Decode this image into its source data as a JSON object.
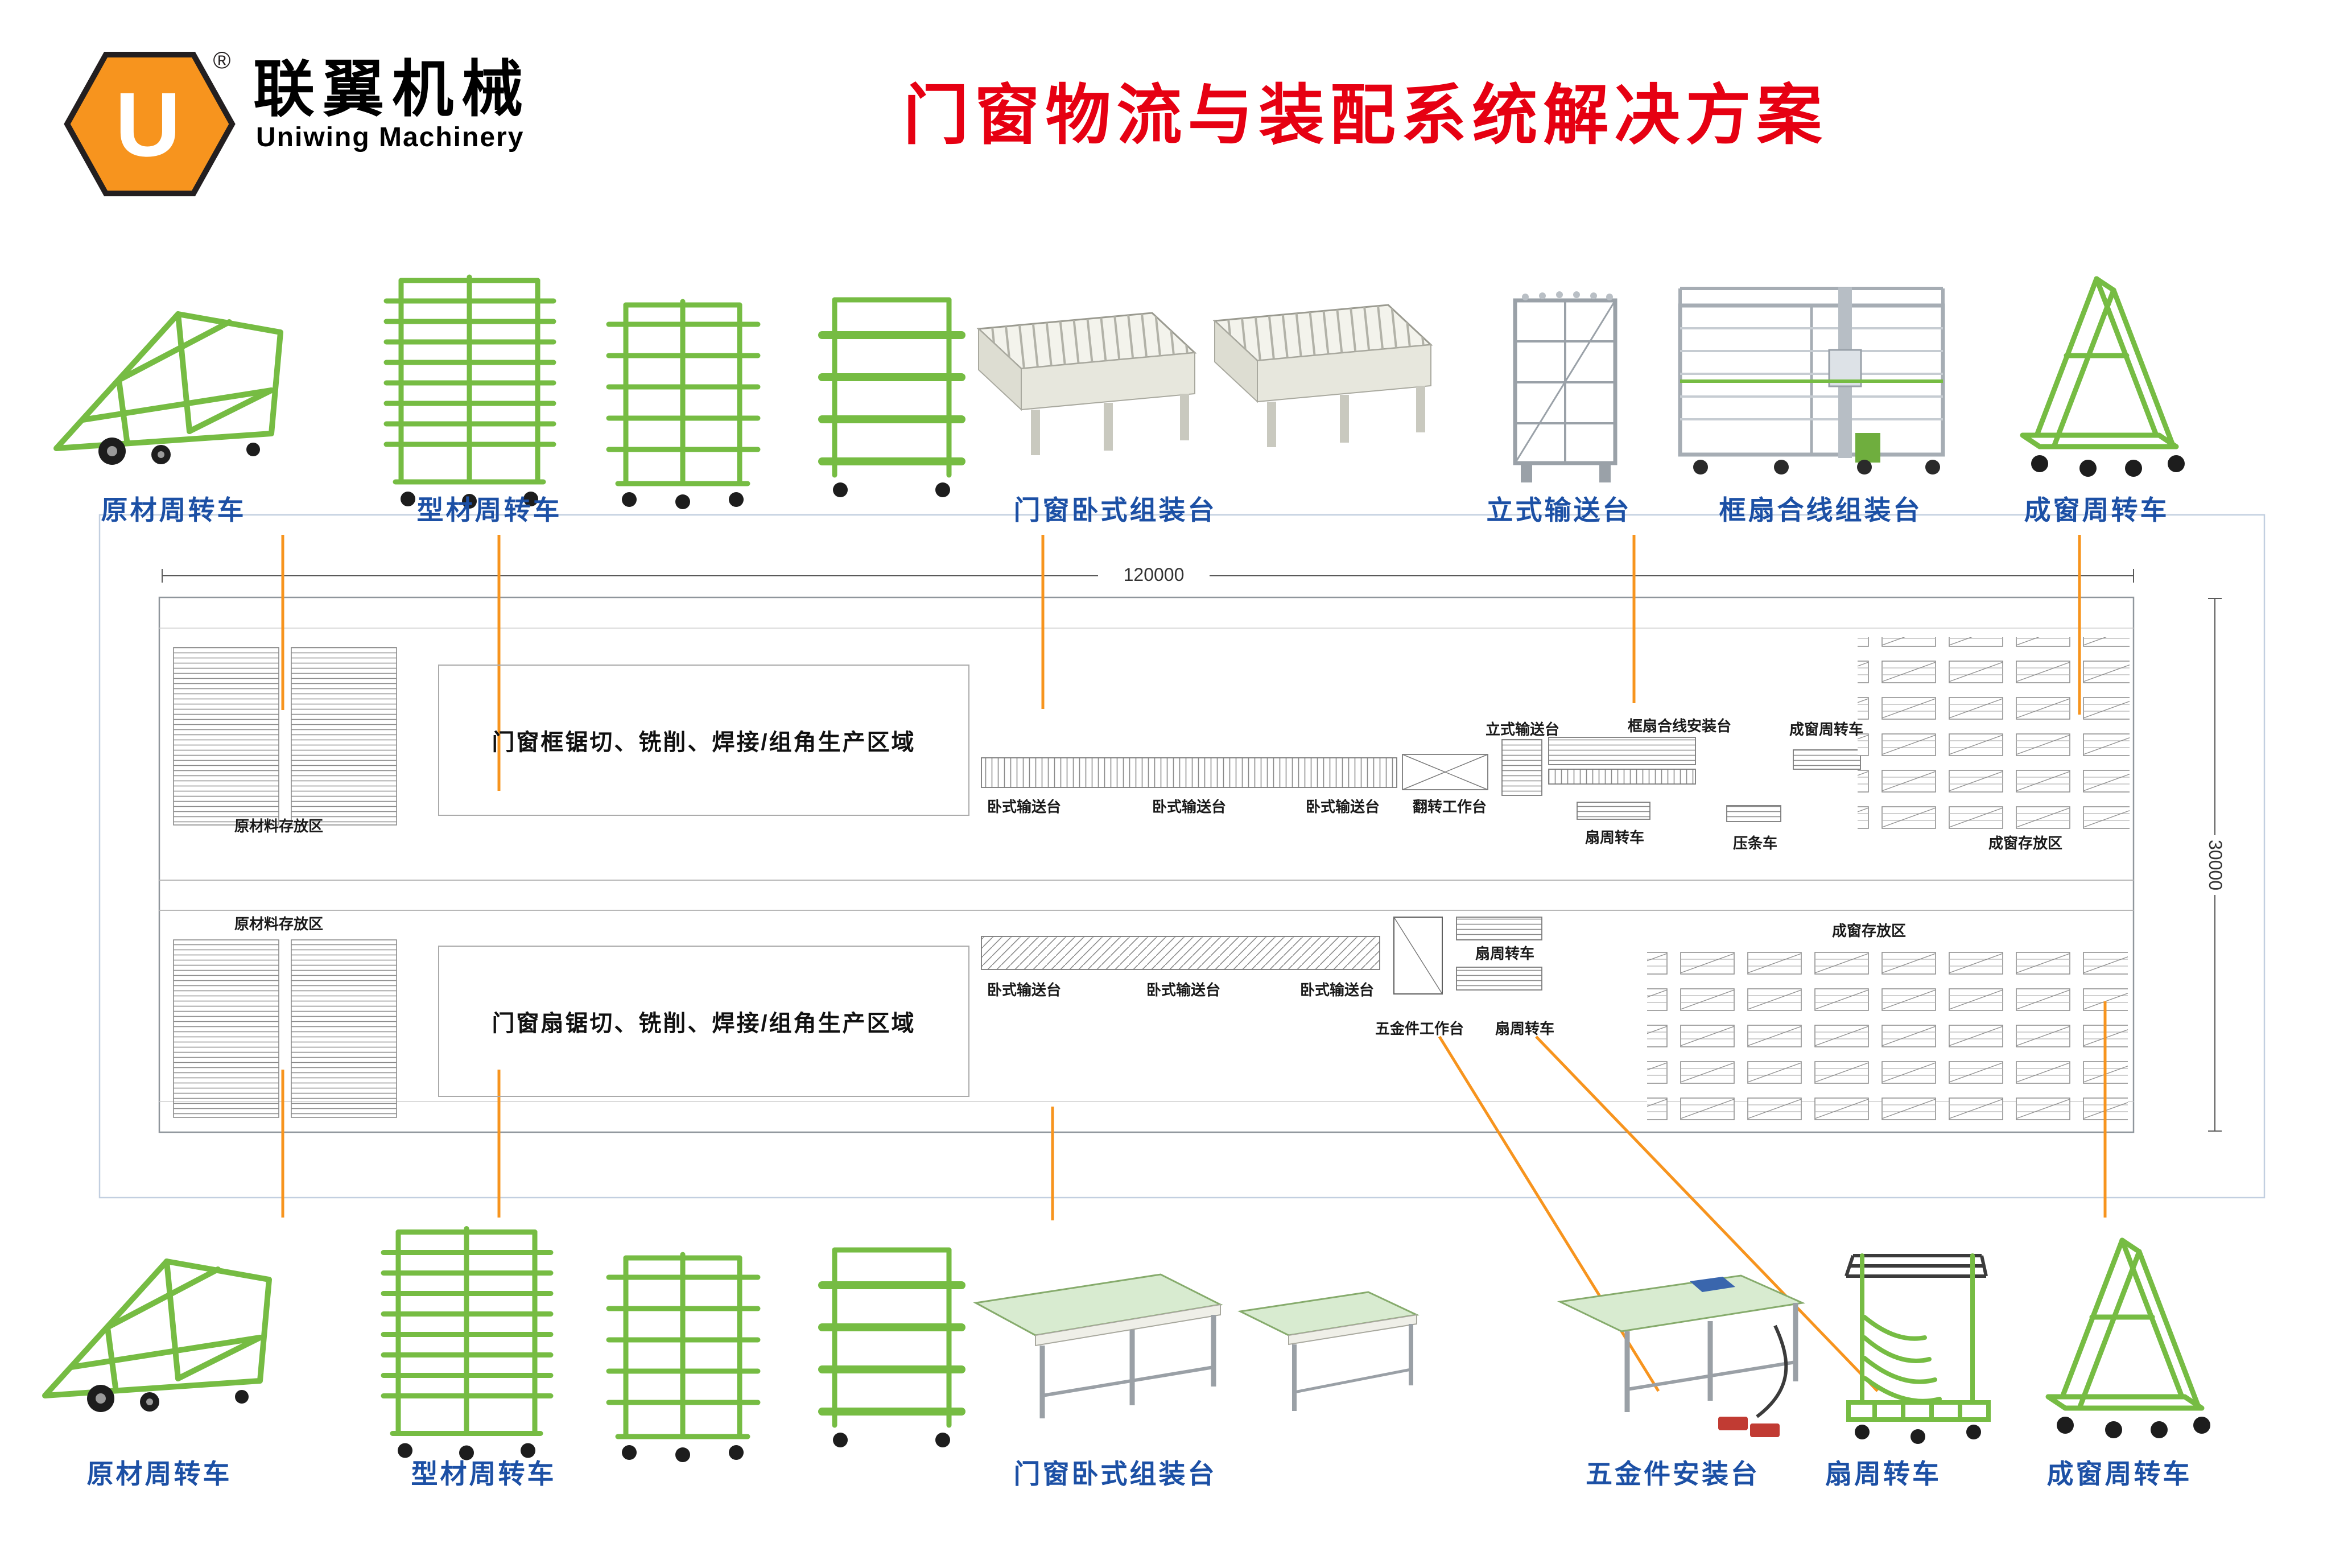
{
  "brand": {
    "logo_letter": "U",
    "registered": "®",
    "name_cn": "联翼机械",
    "name_en": "Uniwing Machinery"
  },
  "title": "门窗物流与装配系统解决方案",
  "colors": {
    "accent_orange": "#F7941E",
    "title_red": "#E60012",
    "label_blue": "#1C50A5",
    "equipment_green": "#76BC43"
  },
  "top_row": {
    "items": [
      {
        "label": "原材周转车",
        "icon": "raw-material-cart"
      },
      {
        "label": "型材周转车",
        "icon": "profile-rack-cart"
      },
      {
        "label": "门窗卧式组装台",
        "icon": "horizontal-assembly-table"
      },
      {
        "label": "立式输送台",
        "icon": "vertical-conveyor"
      },
      {
        "label": "框扇合线组装台",
        "icon": "frame-sash-line-assembly"
      },
      {
        "label": "成窗周转车",
        "icon": "finished-window-cart"
      }
    ],
    "extra_icons": [
      "profile-rack-sparse",
      "shelf-cart"
    ]
  },
  "bottom_row": {
    "items": [
      {
        "label": "原材周转车",
        "icon": "raw-material-cart"
      },
      {
        "label": "型材周转车",
        "icon": "profile-rack-cart"
      },
      {
        "label": "门窗卧式组装台",
        "icon": "horizontal-assembly-table"
      },
      {
        "label": "五金件安装台",
        "icon": "hardware-install-table"
      },
      {
        "label": "扇周转车",
        "icon": "sash-cart"
      },
      {
        "label": "成窗周转车",
        "icon": "finished-window-cart"
      }
    ],
    "extra_icons": [
      "profile-rack-sparse",
      "shelf-cart"
    ]
  },
  "plan": {
    "dim_top": "120000",
    "dim_right": "30000",
    "upper": {
      "storage": "原材料存放区",
      "production": "门窗框锯切、铣削、焊接/组角生产区域",
      "conveyor1": "卧式输送台",
      "conveyor2": "卧式输送台",
      "conveyor3": "卧式输送台",
      "flip_table": "翻转工作台",
      "vertical_conveyor": "立式输送台",
      "frame_sash_table": "框扇合线安装台",
      "sash_cart": "扇周转车",
      "bead_cart": "压条车",
      "finished_cart": "成窗周转车",
      "finished_storage": "成窗存放区"
    },
    "lower": {
      "storage": "原材料存放区",
      "production": "门窗扇锯切、铣削、焊接/组角生产区域",
      "conveyor1": "卧式输送台",
      "conveyor2": "卧式输送台",
      "conveyor3": "卧式输送台",
      "hardware_table": "五金件工作台",
      "sash_cart1": "扇周转车",
      "sash_cart2": "扇周转车",
      "finished_storage": "成窗存放区"
    }
  }
}
